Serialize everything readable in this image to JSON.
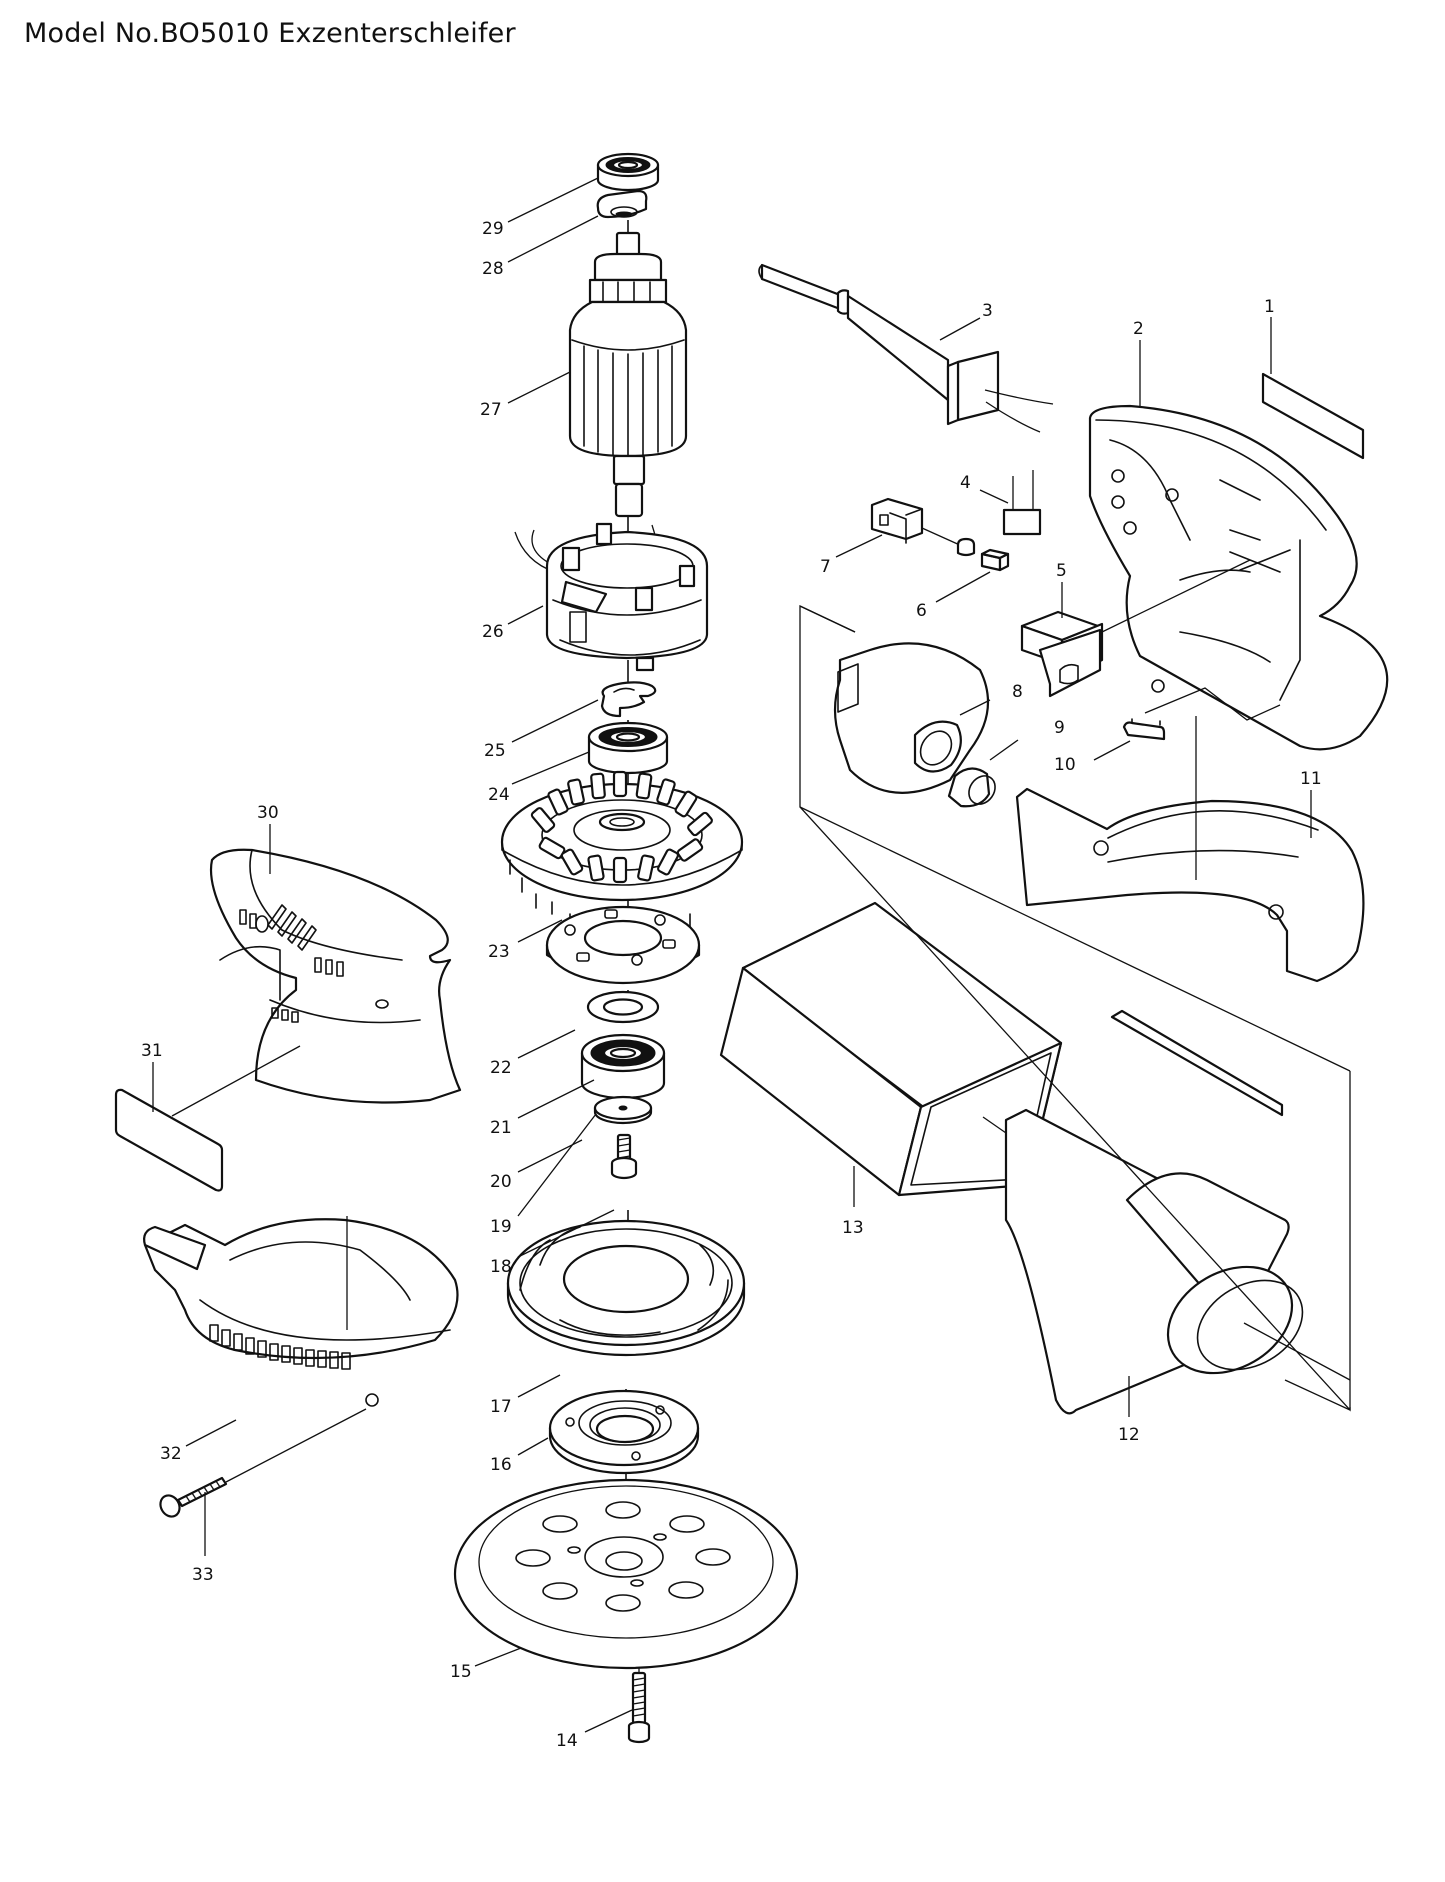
{
  "document": {
    "title": "Model No.BO5010 Exzenterschleifer",
    "model_number": "BO5010",
    "product_name": "Exzenterschleifer",
    "diagram_type": "exploded parts view"
  },
  "parts": [
    {
      "no": "1",
      "depicts": "label plate"
    },
    {
      "no": "2",
      "depicts": "housing half (right)"
    },
    {
      "no": "3",
      "depicts": "power cord with strain relief"
    },
    {
      "no": "4",
      "depicts": "capacitor / noise suppressor"
    },
    {
      "no": "5",
      "depicts": "switch"
    },
    {
      "no": "6",
      "depicts": "carbon brush"
    },
    {
      "no": "7",
      "depicts": "brush holder"
    },
    {
      "no": "8",
      "depicts": "dust cover / rear cap"
    },
    {
      "no": "9",
      "depicts": "ring"
    },
    {
      "no": "10",
      "depicts": "clip"
    },
    {
      "no": "11",
      "depicts": "housing half (left) / frame"
    },
    {
      "no": "12",
      "depicts": "dust box holder / nozzle"
    },
    {
      "no": "13",
      "depicts": "dust bag / filter box"
    },
    {
      "no": "14",
      "depicts": "screw"
    },
    {
      "no": "15",
      "depicts": "sanding pad"
    },
    {
      "no": "16",
      "depicts": "bearing retainer plate"
    },
    {
      "no": "17",
      "depicts": "rubber boot / pad holder"
    },
    {
      "no": "18",
      "depicts": "screw"
    },
    {
      "no": "19",
      "depicts": "flat washer"
    },
    {
      "no": "20",
      "depicts": "ball bearing"
    },
    {
      "no": "21",
      "depicts": "washer"
    },
    {
      "no": "22",
      "depicts": "bearing box"
    },
    {
      "no": "23",
      "depicts": "fan"
    },
    {
      "no": "24",
      "depicts": "ball bearing"
    },
    {
      "no": "25",
      "depicts": "insulation washer"
    },
    {
      "no": "26",
      "depicts": "field / stator"
    },
    {
      "no": "27",
      "depicts": "armature"
    },
    {
      "no": "28",
      "depicts": "bearing retainer"
    },
    {
      "no": "29",
      "depicts": "ball bearing"
    },
    {
      "no": "30",
      "depicts": "motor housing cover"
    },
    {
      "no": "31",
      "depicts": "name plate"
    },
    {
      "no": "32",
      "depicts": "bottom housing / shroud"
    },
    {
      "no": "33",
      "depicts": "tapping screw"
    }
  ]
}
